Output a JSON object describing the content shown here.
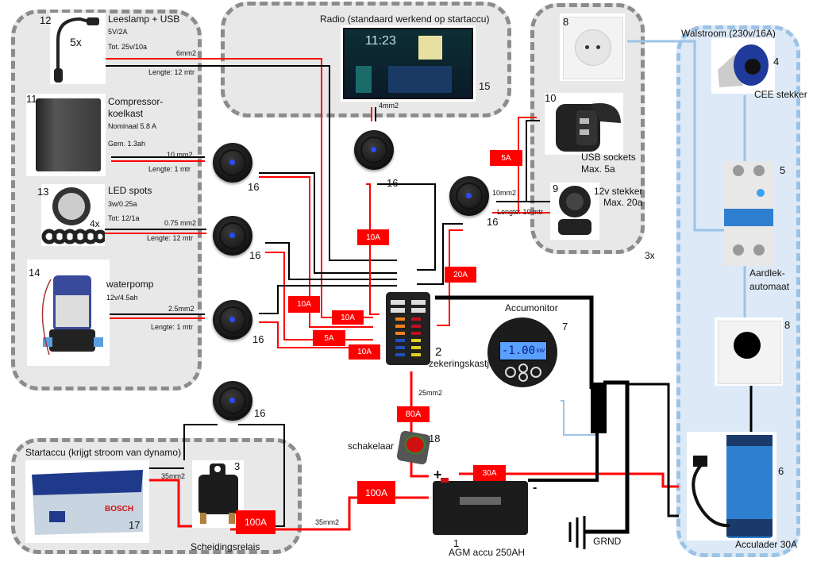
{
  "title": "Camper 12V electrical wiring diagram",
  "groups": {
    "consumers": {
      "label": ""
    },
    "radio": {
      "label": "Radio (standaard werkend op startaccu)"
    },
    "sockets": {
      "label": "",
      "multiplier": "3x"
    },
    "shore_power": {
      "label": "Walstroom (230v/16A)"
    },
    "start_battery": {
      "label": "Startaccu (krijgt stroom van dynamo)"
    }
  },
  "components": {
    "reading_lamp": {
      "number": "12",
      "name": "Leeslamp + USB",
      "spec1": "5V/2A",
      "spec2": "Tot. 25v/10a",
      "count": "5x",
      "wire": "6mm2",
      "length": "Lengte: 12 mtr"
    },
    "fridge": {
      "number": "11",
      "name_line1": "Compressor-",
      "name_line2": "koelkast",
      "spec1": "Nominaal 5.8 A",
      "spec2": "Gem. 1.3ah",
      "wire": "10 mm2",
      "length": "Lengte: 1 mtr"
    },
    "led_spots": {
      "number": "13",
      "name": "LED spots",
      "spec1": "3w/0.25a",
      "spec2": "Tot: 12/1a",
      "count": "4x",
      "wire": "0.75 mm2",
      "length": "Lengte: 12 mtr"
    },
    "water_pump": {
      "number": "14",
      "name": "waterpomp",
      "spec1": "12v/4.5ah",
      "wire": "2.5mm2",
      "length": "Lengte: 1 mtr"
    },
    "radio": {
      "number": "15",
      "clock": "11:23",
      "wire": "4mm2"
    },
    "socket_230v_top": {
      "number": "8"
    },
    "usb_sockets": {
      "number": "10",
      "name": "USB sockets",
      "spec": "Max. 5a"
    },
    "socket_12v": {
      "number": "9",
      "name": "12v stekker",
      "spec": "Max. 20a",
      "wire": "10mm2",
      "length": "Lengte: 10 mtr"
    },
    "cee_plug": {
      "number": "4",
      "name": "CEE stekker"
    },
    "rcbo": {
      "number": "5",
      "name_line1": "Aardlek-",
      "name_line2": "automaat"
    },
    "socket_230v_bottom": {
      "number": "8"
    },
    "charger": {
      "number": "6",
      "name": "Acculader 30A"
    },
    "battery_monitor": {
      "number": "7",
      "name": "Accumonitor",
      "display": "-1.00",
      "unit": "kW"
    },
    "fuse_box": {
      "number": "2",
      "name": "zekeringskastje"
    },
    "main_switch": {
      "number": "18",
      "name": "schakelaar"
    },
    "agm_battery": {
      "number": "1",
      "name": "AGM accu 250AH",
      "plus": "+",
      "minus": "-"
    },
    "start_battery": {
      "number": "17"
    },
    "isolation_relay": {
      "number": "3",
      "name": "Scheidingsrelais",
      "wire": "35mm2"
    },
    "ground": {
      "name": "GRND"
    },
    "switches": [
      {
        "number": "16"
      },
      {
        "number": "16"
      },
      {
        "number": "16"
      },
      {
        "number": "16"
      },
      {
        "number": "16"
      },
      {
        "number": "16"
      }
    ]
  },
  "fuses": [
    {
      "id": "radio",
      "label": "10A"
    },
    {
      "id": "sockets",
      "label": "5A"
    },
    {
      "id": "socket12v",
      "label": "20A"
    },
    {
      "id": "lamp",
      "label": "10A"
    },
    {
      "id": "fridge",
      "label": "10A"
    },
    {
      "id": "spots",
      "label": "5A"
    },
    {
      "id": "pump",
      "label": "10A"
    },
    {
      "id": "main",
      "label": "80A"
    },
    {
      "id": "charger",
      "label": "30A"
    },
    {
      "id": "relay_agm",
      "label": "100A"
    },
    {
      "id": "relay",
      "label": "100A"
    }
  ],
  "wires": {
    "main_feed": "25mm2",
    "relay_to_agm": "35mm2"
  },
  "colors": {
    "positive": "#ff0000",
    "negative": "#000000",
    "ac": "#9cc3e6",
    "group_bg": "#e8e8e8",
    "shore_bg": "#dde9f6"
  }
}
